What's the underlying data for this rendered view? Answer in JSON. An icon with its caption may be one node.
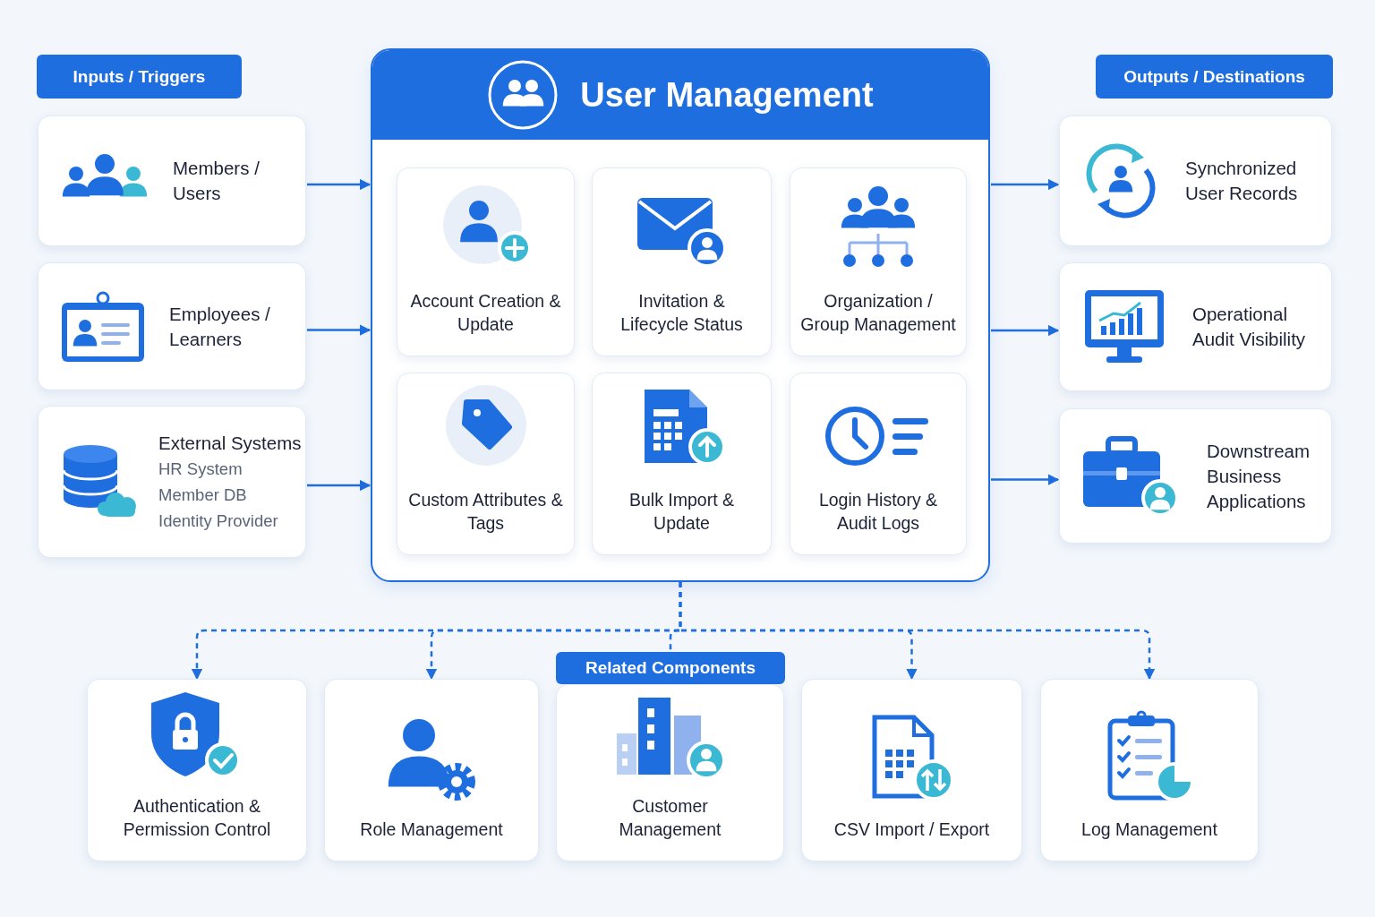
{
  "diagram": {
    "nodes": [
      {
        "text": [
          "Inputs / Triggers"
        ]
      },
      {
        "text": [
          "Members / Users"
        ]
      },
      {
        "text": [
          "Employees / Learners"
        ]
      },
      {
        "text": [
          "External Systems",
          "HR System",
          "Member DB",
          "Identity Provider"
        ]
      },
      {
        "text": [
          "User Management"
        ]
      },
      {
        "text": [
          "Account Creation & Update"
        ],
        "in": 4
      },
      {
        "text": [
          "Invitation & Lifecycle Status"
        ],
        "in": 4
      },
      {
        "text": [
          "Organization / Group Management"
        ],
        "in": 4
      },
      {
        "text": [
          "Custom Attributes & Tags"
        ],
        "in": 4
      },
      {
        "text": [
          "Bulk Import & Update"
        ],
        "in": 4
      },
      {
        "text": [
          "Login History & Audit Logs"
        ],
        "in": 4
      },
      {
        "text": [
          "Outputs / Destinations"
        ]
      },
      {
        "text": [
          "Synchronized User Records"
        ]
      },
      {
        "text": [
          "Operational Audit Visibility"
        ]
      },
      {
        "text": [
          "Downstream Business Applications"
        ]
      },
      {
        "text": [
          "Related Components"
        ]
      },
      {
        "text": [
          "Authentication & Permission Control"
        ]
      },
      {
        "text": [
          "Role Management"
        ]
      },
      {
        "text": [
          "Customer Management"
        ]
      },
      {
        "text": [
          "CSV Import / Export"
        ]
      },
      {
        "text": [
          "Log Management"
        ]
      }
    ],
    "edges": [
      {
        "from": 1,
        "to": 4,
        "arrow": "to"
      },
      {
        "from": 2,
        "to": 4,
        "arrow": "to"
      },
      {
        "from": 3,
        "to": 4,
        "arrow": "to"
      },
      {
        "from": 4,
        "to": 12,
        "arrow": "to"
      },
      {
        "from": 4,
        "to": 13,
        "arrow": "to"
      },
      {
        "from": 4,
        "to": 14,
        "arrow": "to"
      },
      {
        "from": 4,
        "to": 16,
        "arrow": "to",
        "style": "dashed"
      },
      {
        "from": 4,
        "to": 17,
        "arrow": "to",
        "style": "dashed"
      },
      {
        "from": 4,
        "to": 15,
        "arrow": "none",
        "style": "dashed"
      },
      {
        "from": 4,
        "to": 19,
        "arrow": "to",
        "style": "dashed"
      },
      {
        "from": 4,
        "to": 20,
        "arrow": "to",
        "style": "dashed"
      }
    ]
  }
}
